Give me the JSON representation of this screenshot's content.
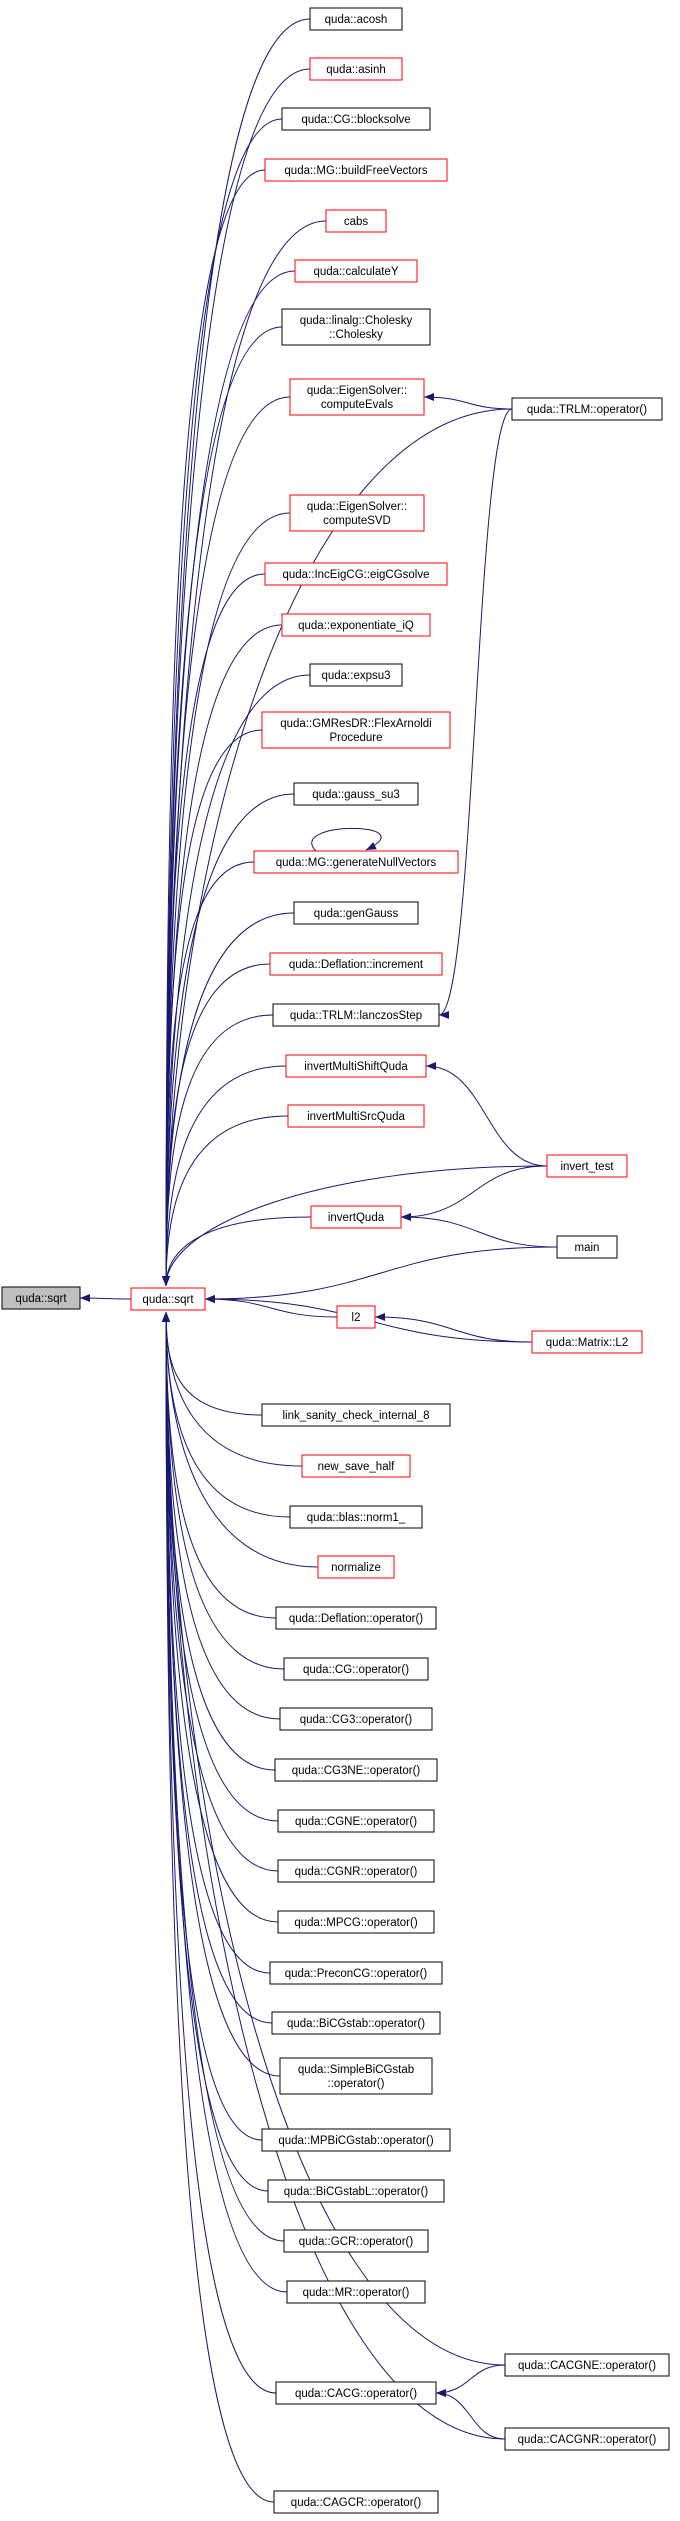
{
  "colors": {
    "edge": "#191970",
    "link_border": "#000000",
    "incomplete_border": "#ff0000",
    "focus_fill": "#bfbfbf"
  },
  "nodes": [
    {
      "id": "sqrt_root",
      "lines": [
        "quda::sqrt"
      ],
      "style": "focus"
    },
    {
      "id": "sqrt",
      "lines": [
        "quda::sqrt"
      ],
      "style": "red"
    },
    {
      "id": "acosh",
      "lines": [
        "quda::acosh"
      ],
      "style": "black"
    },
    {
      "id": "asinh",
      "lines": [
        "quda::asinh"
      ],
      "style": "red"
    },
    {
      "id": "blocksolve",
      "lines": [
        "quda::CG::blocksolve"
      ],
      "style": "black"
    },
    {
      "id": "buildfree",
      "lines": [
        "quda::MG::buildFreeVectors"
      ],
      "style": "red"
    },
    {
      "id": "cabs",
      "lines": [
        "cabs"
      ],
      "style": "red"
    },
    {
      "id": "calcY",
      "lines": [
        "quda::calculateY"
      ],
      "style": "red"
    },
    {
      "id": "cholesky",
      "lines": [
        "quda::linalg::Cholesky",
        "::Cholesky"
      ],
      "style": "black"
    },
    {
      "id": "computeEvals",
      "lines": [
        "quda::EigenSolver::",
        "computeEvals"
      ],
      "style": "red"
    },
    {
      "id": "trlmop",
      "lines": [
        "quda::TRLM::operator()"
      ],
      "style": "black"
    },
    {
      "id": "computeSVD",
      "lines": [
        "quda::EigenSolver::",
        "computeSVD"
      ],
      "style": "red"
    },
    {
      "id": "inceig",
      "lines": [
        "quda::IncEigCG::eigCGsolve"
      ],
      "style": "red"
    },
    {
      "id": "expiQ",
      "lines": [
        "quda::exponentiate_iQ"
      ],
      "style": "red"
    },
    {
      "id": "expsu3",
      "lines": [
        "quda::expsu3"
      ],
      "style": "black"
    },
    {
      "id": "flex",
      "lines": [
        "quda::GMResDR::FlexArnoldi",
        "Procedure"
      ],
      "style": "red"
    },
    {
      "id": "gausssu3",
      "lines": [
        "quda::gauss_su3"
      ],
      "style": "black"
    },
    {
      "id": "gennull",
      "lines": [
        "quda::MG::generateNullVectors"
      ],
      "style": "red"
    },
    {
      "id": "gengauss",
      "lines": [
        "quda::genGauss"
      ],
      "style": "black"
    },
    {
      "id": "definc",
      "lines": [
        "quda::Deflation::increment"
      ],
      "style": "red"
    },
    {
      "id": "lanczos",
      "lines": [
        "quda::TRLM::lanczosStep"
      ],
      "style": "black"
    },
    {
      "id": "invshift",
      "lines": [
        "invertMultiShiftQuda"
      ],
      "style": "red"
    },
    {
      "id": "invsrc",
      "lines": [
        "invertMultiSrcQuda"
      ],
      "style": "red"
    },
    {
      "id": "inverttest",
      "lines": [
        "invert_test"
      ],
      "style": "red"
    },
    {
      "id": "invquda",
      "lines": [
        "invertQuda"
      ],
      "style": "red"
    },
    {
      "id": "main",
      "lines": [
        "main"
      ],
      "style": "black"
    },
    {
      "id": "l2",
      "lines": [
        "l2"
      ],
      "style": "red"
    },
    {
      "id": "matl2",
      "lines": [
        "quda::Matrix::L2"
      ],
      "style": "red"
    },
    {
      "id": "linksanity",
      "lines": [
        "link_sanity_check_internal_8"
      ],
      "style": "black"
    },
    {
      "id": "newsave",
      "lines": [
        "new_save_half"
      ],
      "style": "red"
    },
    {
      "id": "norm1",
      "lines": [
        "quda::blas::norm1_"
      ],
      "style": "black"
    },
    {
      "id": "normalize",
      "lines": [
        "normalize"
      ],
      "style": "red"
    },
    {
      "id": "defop",
      "lines": [
        "quda::Deflation::operator()"
      ],
      "style": "black"
    },
    {
      "id": "cgop",
      "lines": [
        "quda::CG::operator()"
      ],
      "style": "black"
    },
    {
      "id": "cg3op",
      "lines": [
        "quda::CG3::operator()"
      ],
      "style": "black"
    },
    {
      "id": "cg3neop",
      "lines": [
        "quda::CG3NE::operator()"
      ],
      "style": "black"
    },
    {
      "id": "cgneop",
      "lines": [
        "quda::CGNE::operator()"
      ],
      "style": "black"
    },
    {
      "id": "cgnrop",
      "lines": [
        "quda::CGNR::operator()"
      ],
      "style": "black"
    },
    {
      "id": "mpcgop",
      "lines": [
        "quda::MPCG::operator()"
      ],
      "style": "black"
    },
    {
      "id": "preconop",
      "lines": [
        "quda::PreconCG::operator()"
      ],
      "style": "black"
    },
    {
      "id": "bicgop",
      "lines": [
        "quda::BiCGstab::operator()"
      ],
      "style": "black"
    },
    {
      "id": "simplebicg",
      "lines": [
        "quda::SimpleBiCGstab",
        "::operator()"
      ],
      "style": "black"
    },
    {
      "id": "mpbicg",
      "lines": [
        "quda::MPBiCGstab::operator()"
      ],
      "style": "black"
    },
    {
      "id": "bicglop",
      "lines": [
        "quda::BiCGstabL::operator()"
      ],
      "style": "black"
    },
    {
      "id": "gcrop",
      "lines": [
        "quda::GCR::operator()"
      ],
      "style": "black"
    },
    {
      "id": "mrop",
      "lines": [
        "quda::MR::operator()"
      ],
      "style": "black"
    },
    {
      "id": "cacgne",
      "lines": [
        "quda::CACGNE::operator()"
      ],
      "style": "black"
    },
    {
      "id": "cacgop",
      "lines": [
        "quda::CACG::operator()"
      ],
      "style": "black"
    },
    {
      "id": "cacgnr",
      "lines": [
        "quda::CACGNR::operator()"
      ],
      "style": "black"
    },
    {
      "id": "cagcr",
      "lines": [
        "quda::CAGCR::operator()"
      ],
      "style": "black"
    }
  ],
  "edges": [
    [
      "sqrt",
      "sqrt_root"
    ],
    [
      "acosh",
      "sqrt"
    ],
    [
      "asinh",
      "sqrt"
    ],
    [
      "blocksolve",
      "sqrt"
    ],
    [
      "buildfree",
      "sqrt"
    ],
    [
      "cabs",
      "sqrt"
    ],
    [
      "calcY",
      "sqrt"
    ],
    [
      "cholesky",
      "sqrt"
    ],
    [
      "computeEvals",
      "sqrt"
    ],
    [
      "trlmop",
      "sqrt"
    ],
    [
      "trlmop",
      "computeEvals"
    ],
    [
      "trlmop",
      "lanczos"
    ],
    [
      "computeSVD",
      "sqrt"
    ],
    [
      "inceig",
      "sqrt"
    ],
    [
      "expiQ",
      "sqrt"
    ],
    [
      "expsu3",
      "sqrt"
    ],
    [
      "flex",
      "sqrt"
    ],
    [
      "gausssu3",
      "sqrt"
    ],
    [
      "gennull",
      "sqrt"
    ],
    [
      "gennull",
      "gennull"
    ],
    [
      "gengauss",
      "sqrt"
    ],
    [
      "definc",
      "sqrt"
    ],
    [
      "lanczos",
      "sqrt"
    ],
    [
      "invshift",
      "sqrt"
    ],
    [
      "invsrc",
      "sqrt"
    ],
    [
      "inverttest",
      "sqrt"
    ],
    [
      "inverttest",
      "invshift"
    ],
    [
      "inverttest",
      "invquda"
    ],
    [
      "invquda",
      "sqrt"
    ],
    [
      "main",
      "sqrt"
    ],
    [
      "main",
      "invquda"
    ],
    [
      "l2",
      "sqrt"
    ],
    [
      "matl2",
      "sqrt"
    ],
    [
      "matl2",
      "l2"
    ],
    [
      "linksanity",
      "sqrt"
    ],
    [
      "newsave",
      "sqrt"
    ],
    [
      "norm1",
      "sqrt"
    ],
    [
      "normalize",
      "sqrt"
    ],
    [
      "defop",
      "sqrt"
    ],
    [
      "cgop",
      "sqrt"
    ],
    [
      "cg3op",
      "sqrt"
    ],
    [
      "cg3neop",
      "sqrt"
    ],
    [
      "cgneop",
      "sqrt"
    ],
    [
      "cgnrop",
      "sqrt"
    ],
    [
      "mpcgop",
      "sqrt"
    ],
    [
      "preconop",
      "sqrt"
    ],
    [
      "bicgop",
      "sqrt"
    ],
    [
      "simplebicg",
      "sqrt"
    ],
    [
      "mpbicg",
      "sqrt"
    ],
    [
      "bicglop",
      "sqrt"
    ],
    [
      "gcrop",
      "sqrt"
    ],
    [
      "mrop",
      "sqrt"
    ],
    [
      "cacgne",
      "sqrt"
    ],
    [
      "cacgne",
      "cacgop"
    ],
    [
      "cacgop",
      "sqrt"
    ],
    [
      "cacgnr",
      "sqrt"
    ],
    [
      "cacgnr",
      "cacgop"
    ],
    [
      "cagcr",
      "sqrt"
    ]
  ]
}
